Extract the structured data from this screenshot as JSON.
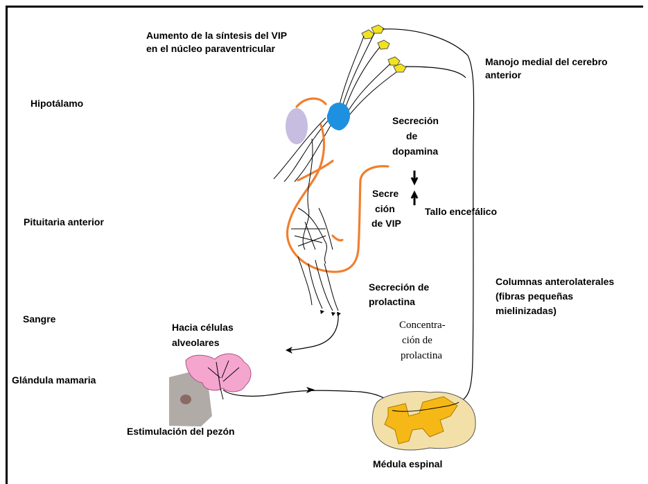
{
  "labels": {
    "vip_synthesis_1": "Aumento de la síntesis del VIP",
    "vip_synthesis_2": "en el núcleo paraventricular",
    "mfb_1": "Manojo medial del cerebro",
    "mfb_2": "anterior",
    "hypothalamus": "Hipotálamo",
    "dopamine_1": "Secreción",
    "dopamine_2": "de",
    "dopamine_3": "dopamina",
    "vip_secretion_1": "Secre",
    "vip_secretion_2": "ción",
    "vip_secretion_3": "de VIP",
    "brainstem": "Tallo encefálico",
    "anterior_pituitary": "Pituitaria anterior",
    "prolactin_secretion_1": "Secreción de",
    "prolactin_secretion_2": "prolactina",
    "anterolateral_1": "Columnas anterolaterales",
    "anterolateral_2": "(fibras pequeñas",
    "anterolateral_3": "mielinizadas)",
    "blood": "Sangre",
    "alveolar_1": "Hacia células",
    "alveolar_2": "alveolares",
    "concentration_1": "Concentra-",
    "concentration_2": "ción de",
    "concentration_3": "prolactina",
    "mammary_gland": "Glándula mamaria",
    "nipple_stimulation": "Estimulación del pezón",
    "spinal_cord": "Médula espinal"
  },
  "colors": {
    "orange_fiber": "#f07f2f",
    "blue_nucleus": "#1e90e0",
    "lavender_nucleus": "#c7bde0",
    "yellow_terminal": "#f2e21c",
    "gland_pink": "#f4a6cf",
    "cord_tan": "#f2e0a8",
    "cord_gray": "#f6b816"
  }
}
